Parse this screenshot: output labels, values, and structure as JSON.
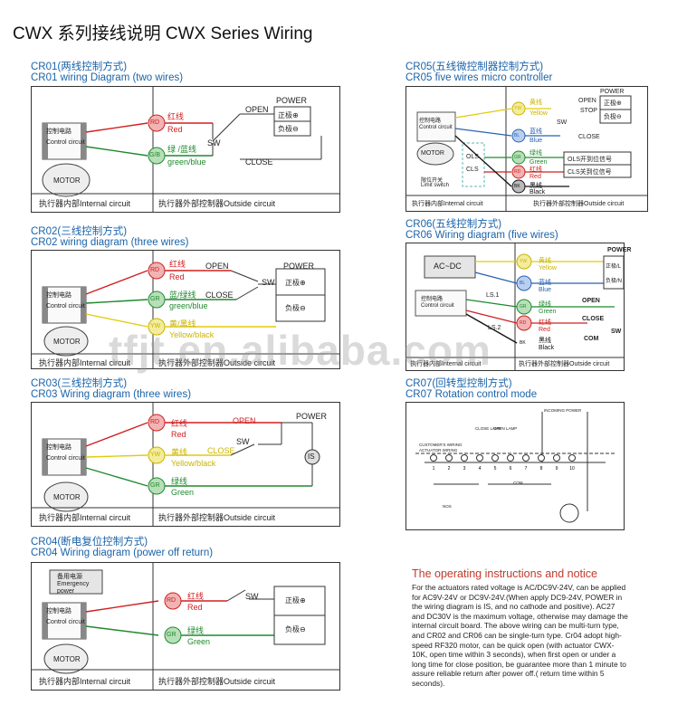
{
  "title": "CWX 系列接线说明 CWX Series Wiring",
  "watermark": "tfjt.en.alibaba.com",
  "common": {
    "control_circuit_cn": "控制电路",
    "control_circuit_en": "Control circuit",
    "motor": "MOTOR",
    "internal_circuit": "执行器内部Internal circuit",
    "outside_circuit": "执行器外部控制器Outside circuit",
    "power": "POWER",
    "pos": "正极⊕",
    "neg": "负极⊖",
    "open": "OPEN",
    "close": "CLOSE",
    "sw": "SW"
  },
  "cr01": {
    "h1": "CR01(两线控制方式)",
    "h2": "CR01 wiring Diagram (two wires)",
    "t1": "RD",
    "t2": "G/B",
    "w1_cn": "红线",
    "w1_en": "Red",
    "w2_cn": "绿 /蓝线",
    "w2_en": "green/blue"
  },
  "cr02": {
    "h1": "CR02(三线控制方式)",
    "h2": "CR02 wiring diagram (three wires)",
    "t1": "RD",
    "t2": "GR",
    "t3": "YW",
    "w1_cn": "红线",
    "w1_en": "Red",
    "w2_cn": "蓝/绿线",
    "w2_en": "green/blue",
    "w3_cn": "黄/黑线",
    "w3_en": "Yellow/black"
  },
  "cr03": {
    "h1": "CR03(三线控制方式)",
    "h2": "CR03 Wiring diagram (three wires)",
    "t1": "RD",
    "t2": "YW",
    "t3": "GR",
    "w1_cn": "红线",
    "w1_en": "Red",
    "w2_cn": "黄线",
    "w2_en": "Yellow/black",
    "w3_cn": "绿线",
    "w3_en": "Green",
    "is": "IS"
  },
  "cr04": {
    "h1": "CR04(断电复位控制方式)",
    "h2": "CR04 Wiring diagram (power off return)",
    "backup_cn": "备用电源",
    "backup_en": "Emergency power",
    "t1": "RD",
    "t2": "GR",
    "w1_cn": "红线",
    "w1_en": "Red",
    "w2_cn": "绿线",
    "w2_en": "Green"
  },
  "cr05": {
    "h1": "CR05(五线微控制器控制方式)",
    "h2": "CR05 five wires micro controller",
    "t1": "YW",
    "t2": "BL",
    "t3": "GR",
    "t4": "RD",
    "t5": "BK",
    "w1_cn": "黄线",
    "w1_en": "Yellow",
    "w2_cn": "蓝线",
    "w2_en": "Blue",
    "w3_cn": "绿线",
    "w3_en": "Green",
    "w4_cn": "红线",
    "w4_en": "Red",
    "w5_cn": "黑线",
    "w5_en": "Black",
    "stop": "STOP",
    "ols": "OLS",
    "cls": "CLS",
    "limit_cn": "限位开关",
    "limit_en": "Limit switch",
    "ols_sig": "OLS开到位信号",
    "cls_sig": "CLS关到位信号"
  },
  "cr06": {
    "h1": "CR06(五线控制方式)",
    "h2": "CR06 Wiring diagram (five wires)",
    "acdc": "AC~DC",
    "t1": "YW",
    "t2": "BL",
    "t3": "GR",
    "t4": "RD",
    "t5": "BK",
    "w1_cn": "黄线",
    "w1_en": "Yellow",
    "w2_cn": "蓝线",
    "w2_en": "Blue",
    "w3_cn": "绿线",
    "w3_en": "Green",
    "w4_cn": "红线",
    "w4_en": "Red",
    "w5_cn": "黑线",
    "w5_en": "Black",
    "ls1": "LS.1",
    "ls2": "LS.2",
    "pos_l": "正极/L",
    "neg_n": "负极/N",
    "com": "COM"
  },
  "cr07": {
    "h1": "CR07(回转型控制方式)",
    "h2": "CR07 Rotation control mode",
    "incoming": "INCOMING POWER",
    "customer": "CUSTOMER'S WIRING",
    "actuator": "ACTUATOR WIRING",
    "close_lamp": "CLOSE LAMP",
    "open_lamp": "OPEN LAMP",
    "com": "COM",
    "nos": "NOS",
    "terms": [
      "1",
      "2",
      "3",
      "4",
      "5",
      "6",
      "7",
      "8",
      "9",
      "10"
    ]
  },
  "notice": {
    "title": "The operating instructions and notice",
    "body": "For the actuators rated voltage is AC/DC9V-24V, can be applied for AC9V-24V or DC9V-24V.(When apply DC9-24V, POWER in the wiring diagram is IS, and no cathode and positive). AC27 and DC30V is the maximum voltage, otherwise may damage the internal circuit board. The above wiring can be multi-turn type, and CR02 and CR06 can be single-turn type. Cr04 adopt high-speed RF320 motor, can be quick open (with actuator CWX-10K, open time within 3 seconds), when first open or under a long time for close position, be guarantee more than 1 minute to assure reliable return after power off.( return time within 5 seconds)."
  }
}
